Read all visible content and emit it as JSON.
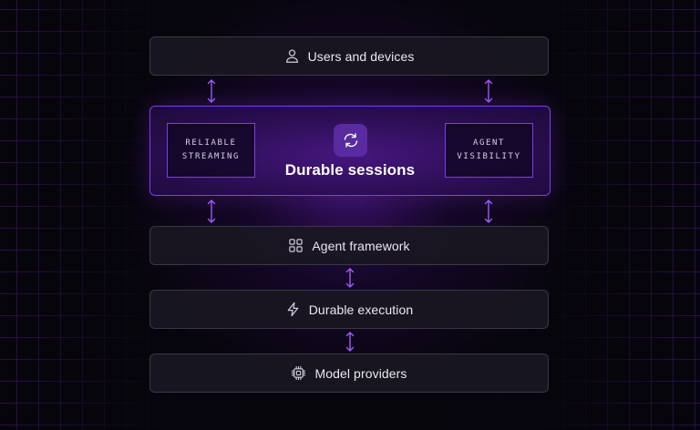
{
  "layers": {
    "users": {
      "label": "Users and devices",
      "icon": "user-icon"
    },
    "sessions": {
      "title": "Durable sessions",
      "icon": "sync-icon",
      "left_tag": "RELIABLE\nSTREAMING",
      "right_tag": "AGENT\nVISIBILITY"
    },
    "framework": {
      "label": "Agent framework",
      "icon": "grid-icon"
    },
    "execution": {
      "label": "Durable execution",
      "icon": "lightning-icon"
    },
    "models": {
      "label": "Model providers",
      "icon": "chip-icon"
    }
  },
  "colors": {
    "background": "#07050c",
    "grid_line": "#7d2dd7",
    "accent": "#7e3ee6",
    "arrow": "#9b5cf5",
    "layer_fill": "#1a1721",
    "layer_border": "#3a3745"
  }
}
